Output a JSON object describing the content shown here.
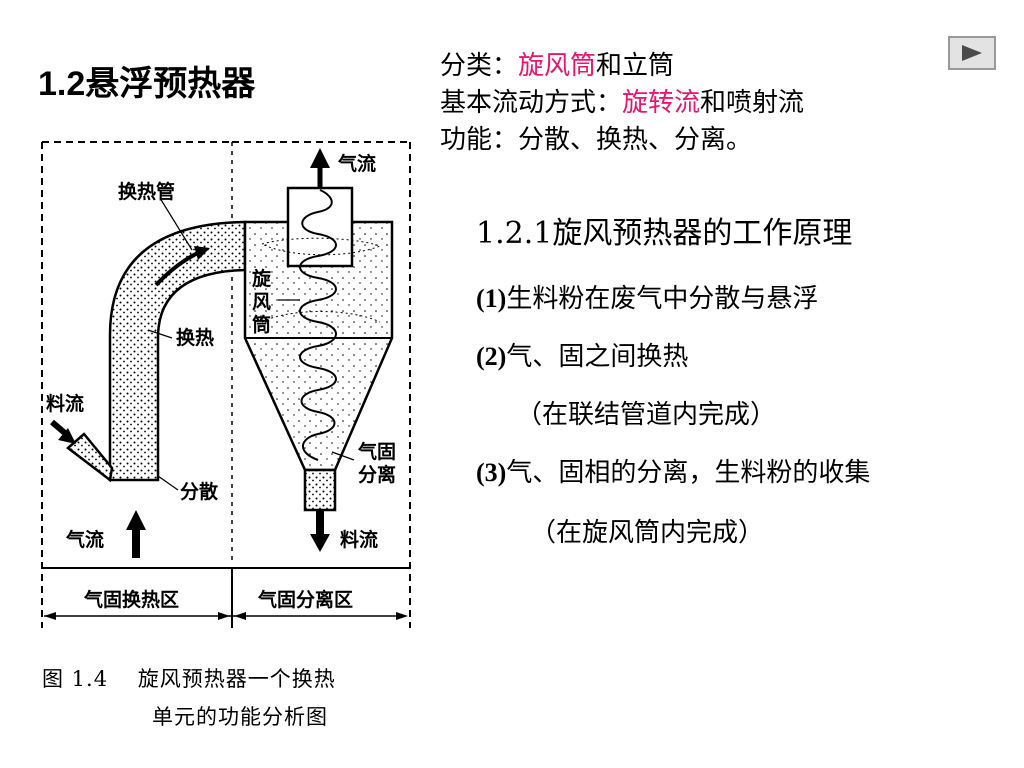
{
  "slide": {
    "title": "1.2悬浮预热器",
    "info": {
      "line1": {
        "prefix": "分类：",
        "highlight": "旋风筒",
        "suffix": "和立筒"
      },
      "line2": {
        "prefix": "基本流动方式：",
        "highlight": "旋转流",
        "suffix": "和喷射流"
      },
      "line3": "功能：分散、换热、分离。"
    },
    "subtitle": "1.2.1旋风预热器的工作原理",
    "steps": [
      {
        "num": "(1)",
        "text": "生料粉在废气中分散与悬浮"
      },
      {
        "num": "(2)",
        "text": "气、固之间换热"
      },
      {
        "num": "",
        "text": "（在联结管道内完成）"
      },
      {
        "num": "(3)",
        "text": "气、固相的分离，生料粉的收集"
      },
      {
        "num": "",
        "text": "（在旋风筒内完成）"
      }
    ],
    "highlight_color": "#e8166f"
  },
  "figure": {
    "labels": {
      "gas_flow_top": "气流",
      "heat_pipe": "换热管",
      "cyclone_1": "旋",
      "cyclone_2": "风",
      "cyclone_3": "筒",
      "heat_exchange": "换热",
      "material_flow_left": "料流",
      "gas_solid_sep_1": "气固",
      "gas_solid_sep_2": "分离",
      "disperse": "分散",
      "gas_flow_bottom": "气流",
      "material_flow_bottom": "料流",
      "zone_left": "气固换热区",
      "zone_right": "气固分离区"
    },
    "caption_line1": "图 1.4　 旋风预热器一个换热",
    "caption_line2": "单元的功能分析图"
  },
  "controls": {
    "next_icon": "play-triangle-icon"
  }
}
